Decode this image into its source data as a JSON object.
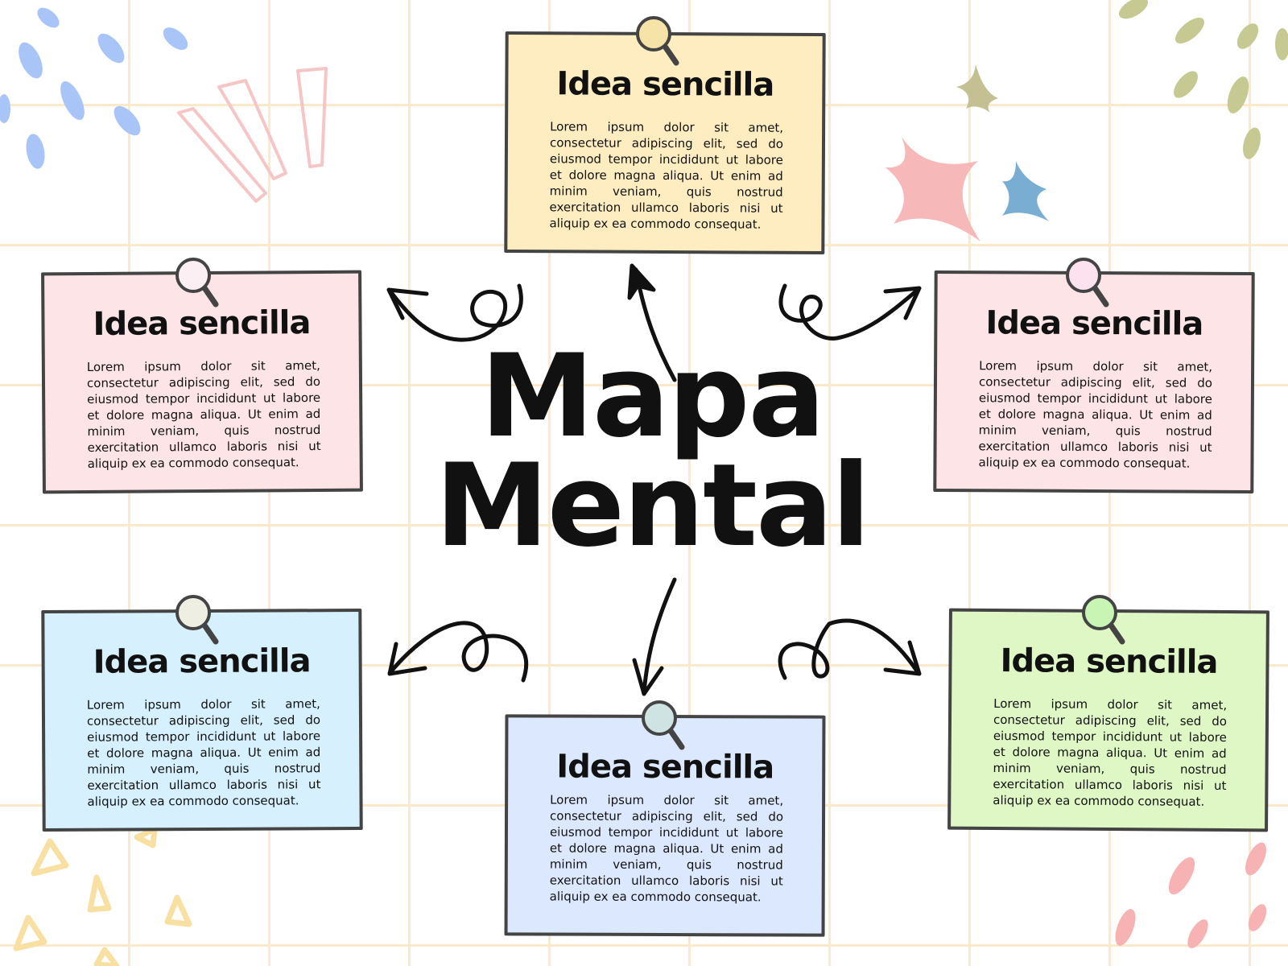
{
  "center": {
    "line1": "Mapa",
    "line2": "Mental"
  },
  "notes": [
    {
      "title": "Idea sencilla",
      "body": "Lorem ipsum dolor sit amet, consectetur adipiscing elit, sed do eiusmod tempor incididunt ut labore et dolore magna aliqua. Ut enim ad minim veniam, quis nostrud exercitation ullamco laboris nisi ut aliquip ex ea commodo consequat.",
      "color": "#fdedc0",
      "pin_color": "#f6e3a8"
    },
    {
      "title": "Idea sencilla",
      "body": "Lorem ipsum dolor sit amet, consectetur adipiscing elit, sed do eiusmod tempor incididunt ut labore et dolore magna aliqua. Ut enim ad minim veniam, quis nostrud exercitation ullamco laboris nisi ut aliquip ex ea commodo consequat.",
      "color": "#fde4e6",
      "pin_color": "#fbeff4"
    },
    {
      "title": "Idea sencilla",
      "body": "Lorem ipsum dolor sit amet, consectetur adipiscing elit, sed do eiusmod tempor incididunt ut labore et dolore magna aliqua. Ut enim ad minim veniam, quis nostrud exercitation ullamco laboris nisi ut aliquip ex ea commodo consequat.",
      "color": "#fde4e6",
      "pin_color": "#fbe2ee"
    },
    {
      "title": "Idea sencilla",
      "body": "Lorem ipsum dolor sit amet, consectetur adipiscing elit, sed do eiusmod tempor incididunt ut labore et dolore magna aliqua. Ut enim ad minim veniam, quis nostrud exercitation ullamco laboris nisi ut aliquip ex ea commodo consequat.",
      "color": "#d6f0fd",
      "pin_color": "#eeeee2"
    },
    {
      "title": "Idea sencilla",
      "body": "Lorem ipsum dolor sit amet, consectetur adipiscing elit, sed do eiusmod tempor incididunt ut labore et dolore magna aliqua. Ut enim ad minim veniam, quis nostrud exercitation ullamco laboris nisi ut aliquip ex ea commodo consequat.",
      "color": "#dce8fd",
      "pin_color": "#cfe3e2"
    },
    {
      "title": "Idea sencilla",
      "body": "Lorem ipsum dolor sit amet, consectetur adipiscing elit, sed do eiusmod tempor incididunt ut labore et dolore magna aliqua. Ut enim ad minim veniam, quis nostrud exercitation ullamco laboris nisi ut aliquip ex ea commodo consequat.",
      "color": "#def7c5",
      "pin_color": "#c8f5b4"
    }
  ]
}
